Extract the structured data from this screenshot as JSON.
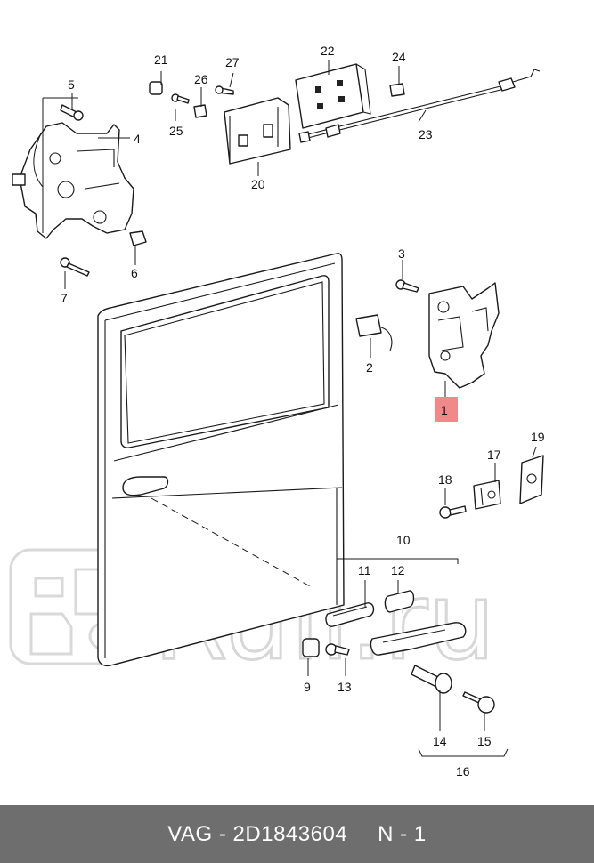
{
  "diagram": {
    "callouts": [
      {
        "id": "1",
        "text": "1"
      },
      {
        "id": "2",
        "text": "2"
      },
      {
        "id": "3",
        "text": "3"
      },
      {
        "id": "4",
        "text": "4"
      },
      {
        "id": "5",
        "text": "5"
      },
      {
        "id": "6",
        "text": "6"
      },
      {
        "id": "7",
        "text": "7"
      },
      {
        "id": "9",
        "text": "9"
      },
      {
        "id": "10",
        "text": "10"
      },
      {
        "id": "11",
        "text": "11"
      },
      {
        "id": "12",
        "text": "12"
      },
      {
        "id": "13",
        "text": "13"
      },
      {
        "id": "14",
        "text": "14"
      },
      {
        "id": "15",
        "text": "15"
      },
      {
        "id": "16",
        "text": "16"
      },
      {
        "id": "17",
        "text": "17"
      },
      {
        "id": "18",
        "text": "18"
      },
      {
        "id": "19",
        "text": "19"
      },
      {
        "id": "20",
        "text": "20"
      },
      {
        "id": "21",
        "text": "21"
      },
      {
        "id": "22",
        "text": "22"
      },
      {
        "id": "23",
        "text": "23"
      },
      {
        "id": "24",
        "text": "24"
      },
      {
        "id": "25",
        "text": "25"
      },
      {
        "id": "26",
        "text": "26"
      },
      {
        "id": "27",
        "text": "27"
      }
    ],
    "highlight": {
      "callout": "1",
      "color": "#f08a8a"
    },
    "watermark": {
      "text": "Ruli.ru",
      "color": "#d7d7d7"
    }
  },
  "footer": {
    "brand": "VAG",
    "separator": "-",
    "part_number": "2D1843604",
    "position_label": "N - 1",
    "background": "#6e6e6e"
  }
}
